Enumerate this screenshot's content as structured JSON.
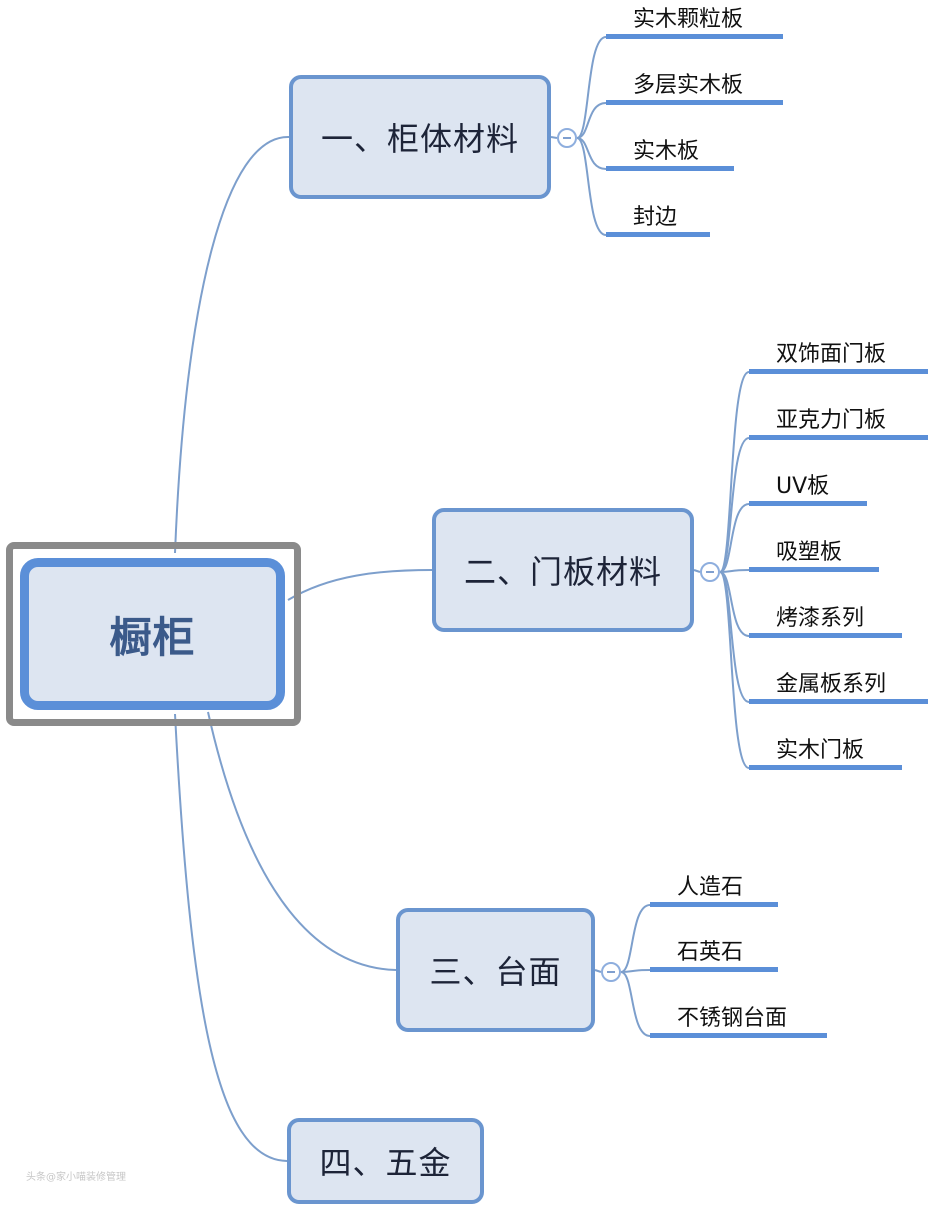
{
  "root": {
    "label": "橱柜"
  },
  "branches": [
    {
      "label": "一、柜体材料",
      "leaves": [
        "实木颗粒板",
        "多层实木板",
        "实木板",
        "封边"
      ]
    },
    {
      "label": "二、门板材料",
      "leaves": [
        "双饰面门板",
        "亚克力门板",
        "UV板",
        "吸塑板",
        "烤漆系列",
        "金属板系列",
        "实木门板"
      ]
    },
    {
      "label": "三、台面",
      "leaves": [
        "人造石",
        "石英石",
        "不锈钢台面"
      ]
    },
    {
      "label": "四、五金",
      "leaves": []
    }
  ],
  "watermark": "头条@家小喵装修管理",
  "colors": {
    "line": "#7d9fcc",
    "node_fill": "#dde5f1",
    "node_border": "#6a95cf",
    "leaf_bar": "#5b8fd8"
  }
}
